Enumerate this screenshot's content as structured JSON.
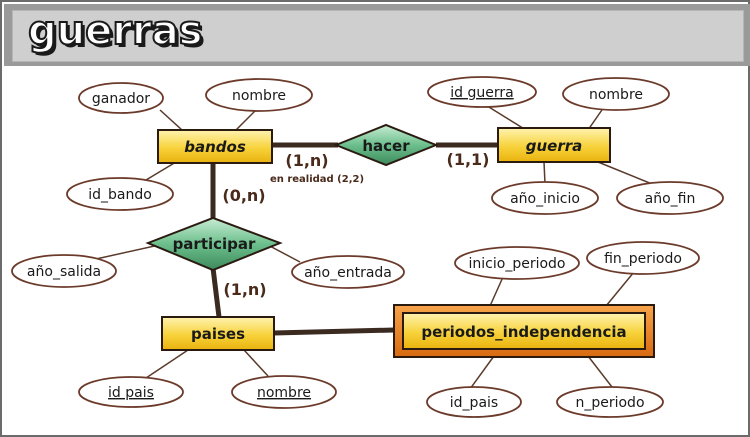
{
  "title": "guerras",
  "entities": {
    "bandos": "bandos",
    "guerra": "guerra",
    "paises": "paises",
    "periodos": "periodos_independencia"
  },
  "relationships": {
    "hacer": "hacer",
    "participar": "participar"
  },
  "attributes": {
    "ganador": "ganador",
    "bandos_nombre": "nombre",
    "id_bando": "id_bando",
    "id_guerra": "id guerra",
    "guerra_nombre": "nombre",
    "anio_inicio": "año_inicio",
    "anio_fin": "año_fin",
    "anio_salida": "año_salida",
    "anio_entrada": "año_entrada",
    "inicio_periodo": "inicio_periodo",
    "fin_periodo": "fin_periodo",
    "id_pais": "id pais",
    "paises_nombre": "nombre",
    "periodo_id_pais": "id_pais",
    "n_periodo": "n_periodo"
  },
  "cardinalities": {
    "bandos_hacer": "(1,n)",
    "bandos_hacer_note": "en realidad (2,2)",
    "guerra_hacer": "(1,1)",
    "bandos_participar": "(0,n)",
    "paises_participar": "(1,n)"
  },
  "colors": {
    "entity_fill": "#f5c518",
    "weak_entity_fill": "#f08a1c",
    "relationship_fill": "#5aa77a",
    "line": "#3b2a20",
    "attribute_border": "#6b3a2a"
  }
}
